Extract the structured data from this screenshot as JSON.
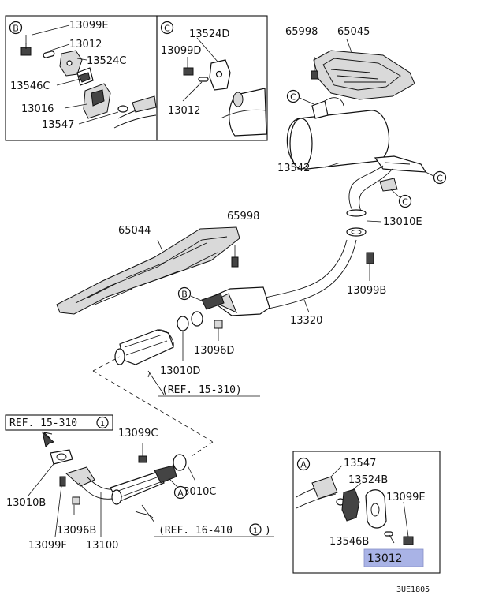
{
  "diagram_code": "3UE1805",
  "callouts": {
    "c1": "13099E",
    "c2": "13012",
    "c3": "13524C",
    "c4": "13546C",
    "c5": "13016",
    "c6": "13547",
    "c7": "13524D",
    "c8": "13099D",
    "c9": "13012",
    "c10": "65998",
    "c11": "65045",
    "c12": "13542",
    "c13": "13010E",
    "c14": "65044",
    "c15": "65998",
    "c16": "13099B",
    "c17": "13320",
    "c18": "13096D",
    "c19": "13010D",
    "c20": "13099C",
    "c21": "13010C",
    "c22": "13010B",
    "c23": "13096B",
    "c24": "13099F",
    "c25": "13100",
    "c26": "13547",
    "c27": "13524B",
    "c28": "13099E",
    "c29": "13546B",
    "c30": "13012"
  },
  "refs": {
    "r1": "(REF. 15-310)",
    "r2": "REF. 15-310",
    "r2_num": "1",
    "r3": "(REF. 16-410",
    "r3_num": "1",
    "r3_end": ")"
  },
  "markers": {
    "b_box": "B",
    "c_box": "C",
    "a_box": "A",
    "b_main": "B",
    "a_main": "A",
    "c_1": "C",
    "c_2": "C",
    "c_3": "C"
  },
  "highlight_color": "#a9b3e6"
}
